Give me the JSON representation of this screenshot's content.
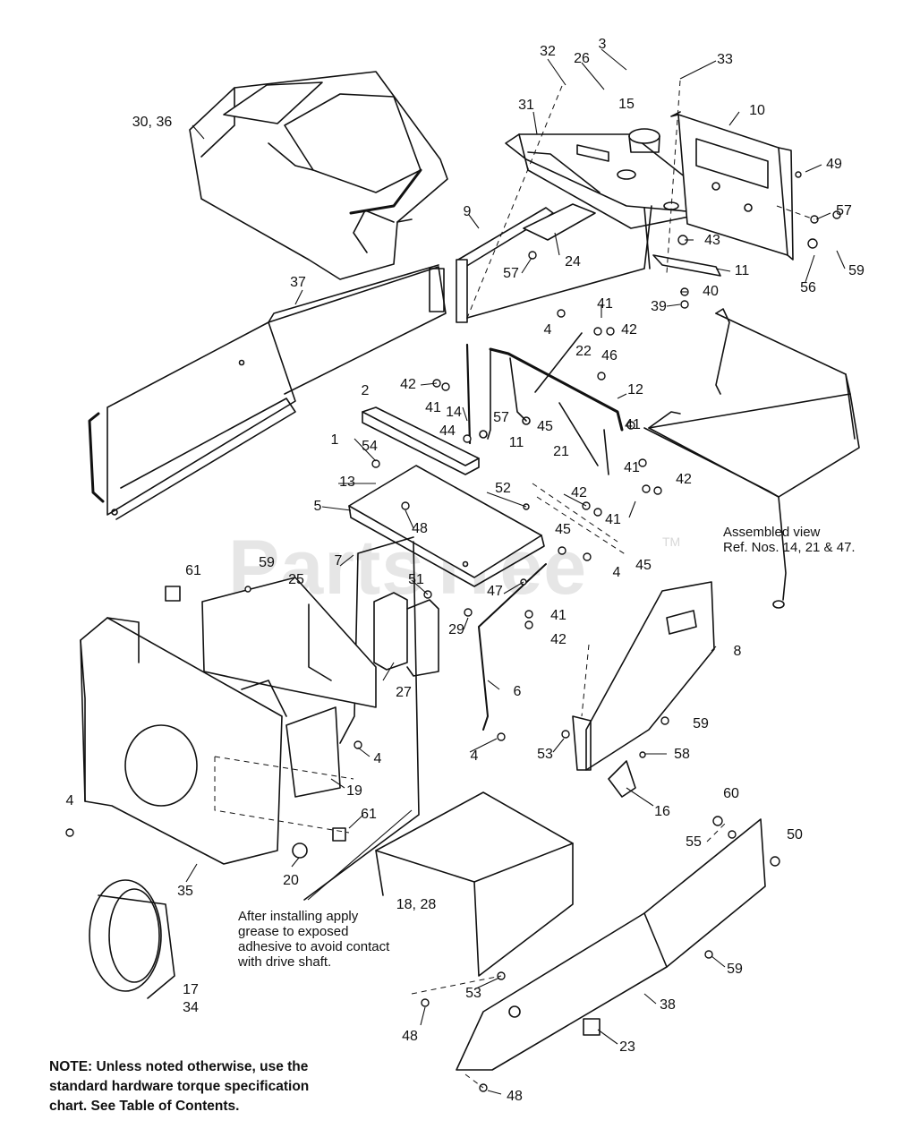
{
  "watermark": {
    "brand": "PartsTree",
    "tm": "TM"
  },
  "notes": {
    "torque_note": [
      "NOTE: Unless noted otherwise, use the",
      "standard hardware torque specification",
      "chart. See Table of Contents."
    ],
    "grease_note": [
      "After installing apply",
      "grease to exposed",
      "adhesive to avoid contact",
      "with drive shaft."
    ],
    "assembled_note": [
      "Assembled view",
      "Ref. Nos. 14, 21 & 47."
    ]
  },
  "callouts": [
    {
      "id": "c-32",
      "label": "32"
    },
    {
      "id": "c-26",
      "label": "26"
    },
    {
      "id": "c-3",
      "label": "3"
    },
    {
      "id": "c-33",
      "label": "33"
    },
    {
      "id": "c-30-36",
      "label": "30, 36"
    },
    {
      "id": "c-31",
      "label": "31"
    },
    {
      "id": "c-15",
      "label": "15"
    },
    {
      "id": "c-10",
      "label": "10"
    },
    {
      "id": "c-49",
      "label": "49"
    },
    {
      "id": "c-57a",
      "label": "57"
    },
    {
      "id": "c-9",
      "label": "9"
    },
    {
      "id": "c-43",
      "label": "43"
    },
    {
      "id": "c-59a",
      "label": "59"
    },
    {
      "id": "c-24",
      "label": "24"
    },
    {
      "id": "c-57b",
      "label": "57"
    },
    {
      "id": "c-11a",
      "label": "11"
    },
    {
      "id": "c-56",
      "label": "56"
    },
    {
      "id": "c-37",
      "label": "37"
    },
    {
      "id": "c-40",
      "label": "40"
    },
    {
      "id": "c-39",
      "label": "39"
    },
    {
      "id": "c-41a",
      "label": "41"
    },
    {
      "id": "c-4a",
      "label": "4"
    },
    {
      "id": "c-42a",
      "label": "42"
    },
    {
      "id": "c-22",
      "label": "22"
    },
    {
      "id": "c-46",
      "label": "46"
    },
    {
      "id": "c-2",
      "label": "2"
    },
    {
      "id": "c-42b",
      "label": "42"
    },
    {
      "id": "c-41b",
      "label": "41"
    },
    {
      "id": "c-14",
      "label": "14"
    },
    {
      "id": "c-57c",
      "label": "57"
    },
    {
      "id": "c-12",
      "label": "12"
    },
    {
      "id": "c-44",
      "label": "44"
    },
    {
      "id": "c-11b",
      "label": "11"
    },
    {
      "id": "c-45a",
      "label": "45"
    },
    {
      "id": "c-41c",
      "label": "41"
    },
    {
      "id": "c-21",
      "label": "21"
    },
    {
      "id": "c-1",
      "label": "1"
    },
    {
      "id": "c-54",
      "label": "54"
    },
    {
      "id": "c-41d",
      "label": "41"
    },
    {
      "id": "c-42c",
      "label": "42"
    },
    {
      "id": "c-13",
      "label": "13"
    },
    {
      "id": "c-52",
      "label": "52"
    },
    {
      "id": "c-42d",
      "label": "42"
    },
    {
      "id": "c-41e",
      "label": "41"
    },
    {
      "id": "c-5",
      "label": "5"
    },
    {
      "id": "c-48a",
      "label": "48"
    },
    {
      "id": "c-45b",
      "label": "45"
    },
    {
      "id": "c-4b",
      "label": "4"
    },
    {
      "id": "c-45c",
      "label": "45"
    },
    {
      "id": "c-7",
      "label": "7"
    },
    {
      "id": "c-61a",
      "label": "61"
    },
    {
      "id": "c-59b",
      "label": "59"
    },
    {
      "id": "c-25",
      "label": "25"
    },
    {
      "id": "c-51",
      "label": "51"
    },
    {
      "id": "c-47",
      "label": "47"
    },
    {
      "id": "c-41f",
      "label": "41"
    },
    {
      "id": "c-29",
      "label": "29"
    },
    {
      "id": "c-42e",
      "label": "42"
    },
    {
      "id": "c-8",
      "label": "8"
    },
    {
      "id": "c-27",
      "label": "27"
    },
    {
      "id": "c-6",
      "label": "6"
    },
    {
      "id": "c-59c",
      "label": "59"
    },
    {
      "id": "c-4c",
      "label": "4"
    },
    {
      "id": "c-53a",
      "label": "53"
    },
    {
      "id": "c-4d",
      "label": "4"
    },
    {
      "id": "c-58",
      "label": "58"
    },
    {
      "id": "c-19",
      "label": "19"
    },
    {
      "id": "c-16",
      "label": "16"
    },
    {
      "id": "c-4e",
      "label": "4"
    },
    {
      "id": "c-60",
      "label": "60"
    },
    {
      "id": "c-61b",
      "label": "61"
    },
    {
      "id": "c-55",
      "label": "55"
    },
    {
      "id": "c-50",
      "label": "50"
    },
    {
      "id": "c-35",
      "label": "35"
    },
    {
      "id": "c-20",
      "label": "20"
    },
    {
      "id": "c-18-28",
      "label": "18, 28"
    },
    {
      "id": "c-59d",
      "label": "59"
    },
    {
      "id": "c-17",
      "label": "17"
    },
    {
      "id": "c-34",
      "label": "34"
    },
    {
      "id": "c-53b",
      "label": "53"
    },
    {
      "id": "c-38",
      "label": "38"
    },
    {
      "id": "c-48b",
      "label": "48"
    },
    {
      "id": "c-23",
      "label": "23"
    },
    {
      "id": "c-48c",
      "label": "48"
    }
  ]
}
